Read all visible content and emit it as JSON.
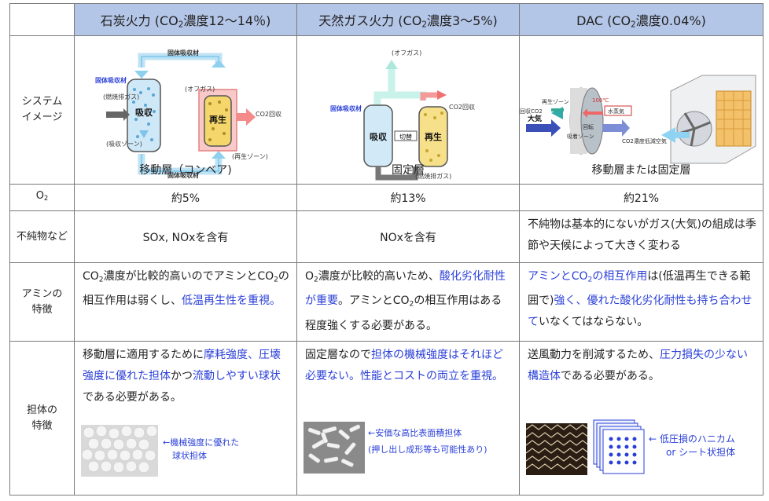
{
  "headers": {
    "coal": {
      "pre": "石炭火力 (CO",
      "sub": "2",
      "post": "濃度12～14％)"
    },
    "gas": {
      "pre": "天然ガス火力 (CO",
      "sub": "2",
      "post": "濃度3～5%)"
    },
    "dac": {
      "pre": "DAC (CO",
      "sub": "2",
      "post": "濃度0.04%)"
    }
  },
  "rows": {
    "system": {
      "label_line1": "システム",
      "label_line2": "イメージ"
    },
    "o2": {
      "label_main": "O",
      "label_sub": "2"
    },
    "impurities": {
      "label": "不純物など"
    },
    "amine": {
      "label_line1": "アミンの",
      "label_line2": "特徴"
    },
    "support": {
      "label_line1": "担体の",
      "label_line2": "特徴"
    }
  },
  "system": {
    "coal_caption": "移動層（コンベア)",
    "gas_caption": "固定層",
    "dac_caption": "移動層または固定層",
    "coal_diagram": {
      "solid_top": "固体吸収材",
      "solid_bottom": "固体吸収材",
      "solid_left": "固体吸収材",
      "flue": "(燃焼排ガス)",
      "absorb": "吸収",
      "regen": "再生",
      "offgas": "(オフガス)",
      "co2_recovery": "CO2回収",
      "absorb_zone": "(吸収ゾーン)",
      "regen_zone": "(再生ゾーン)"
    },
    "gas_diagram": {
      "offgas": "(オフガス)",
      "solid": "固体吸収材",
      "co2_recovery": "CO2回収",
      "absorb": "吸収",
      "regen": "再生",
      "switch": "切替",
      "flue": "(燃焼排ガス)"
    },
    "dac_diagram": {
      "regen_zone": "再生ゾーン",
      "temp": "100℃",
      "co2_recovery": "回収CO2",
      "steam": "水蒸気",
      "air": "大気",
      "absorb_zone": "吸着ゾーン",
      "rotation": "回転",
      "low_co2": "CO2濃度低減空気"
    }
  },
  "o2": {
    "coal": "約5%",
    "gas": "約13%",
    "dac": "約21%"
  },
  "impurities": {
    "coal": "SOx, NOxを含有",
    "gas": "NOxを含有",
    "dac": "不純物は基本的にないがガス(大気)の組成は季節や天候によって大きく変わる"
  },
  "amine": {
    "coal": {
      "t1": "CO",
      "s1": "2",
      "t2": "濃度が比較的高いのでアミンとCO",
      "s2": "2",
      "t3": "の相互作用は弱くし、",
      "blue": "低温再生性を重視。"
    },
    "gas": {
      "t1": "O",
      "s1": "2",
      "t2": "濃度が比較的高いため、",
      "blue": "酸化劣化耐性が重要",
      "t3": "。アミンとCO",
      "s2": "2",
      "t4": "の相互作用はある程度強くする必要がある。"
    },
    "dac": {
      "b1": "アミンとCO",
      "s1": "2",
      "b2": "の相互作用",
      "t1": "は(低温再生できる範囲で)",
      "b3": "強く、優れた酸化劣化耐性も持ち合わせて",
      "t2": "いなくてはならない。"
    }
  },
  "support": {
    "coal": {
      "t1": "移動層に適用するために",
      "b1": "摩耗強度、圧壊強度に優れた担体",
      "t2": "かつ",
      "b2": "流動しやすい球状",
      "t3": "である必要がある。",
      "photo_caption1": "←機械強度に優れた",
      "photo_caption2": "球状担体"
    },
    "gas": {
      "t1": "固定層なので",
      "b1": "担体の機械強度はそれほど必要ない。性能とコストの両立を重視。",
      "photo_caption1": "←安価な高比表面積担体",
      "photo_caption2": "(押し出し成形等も可能性あり)"
    },
    "dac": {
      "t1": "送風動力を削減するため、",
      "b1": "圧力損失の少ない構造体",
      "t2": "である必要がある。",
      "photo_caption1": "← 低圧損のハニカム",
      "photo_caption2": "or シート状担体"
    }
  },
  "colors": {
    "header_bg": "#b4c6e7",
    "accent_blue": "#2a3fd8",
    "absorb_fill": "#cfe8f7",
    "regen_fill": "#f9c9c9",
    "regen_yellow": "#f5d66a"
  }
}
